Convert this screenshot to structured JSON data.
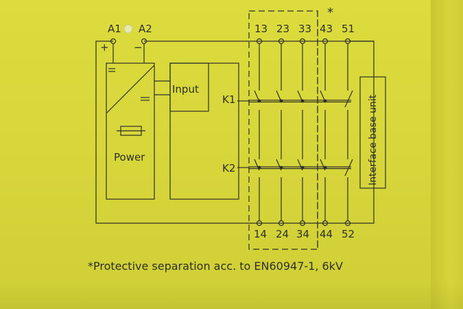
{
  "terminals_top": [
    "A1",
    "A2",
    "13",
    "23",
    "33",
    "43",
    "51"
  ],
  "terminals_bottom": [
    "14",
    "24",
    "34",
    "44",
    "52"
  ],
  "polarity": {
    "plus": "+",
    "minus": "−"
  },
  "asterisk": "*",
  "blocks": {
    "power": "Power",
    "input": "Input",
    "interface": "Interface base unit"
  },
  "relays": [
    "K1",
    "K2"
  ],
  "footnote": "*Protective separation acc. to EN60947-1, 6kV",
  "colors": {
    "background": "#d9d83a",
    "ink": "#2f2f2a"
  }
}
